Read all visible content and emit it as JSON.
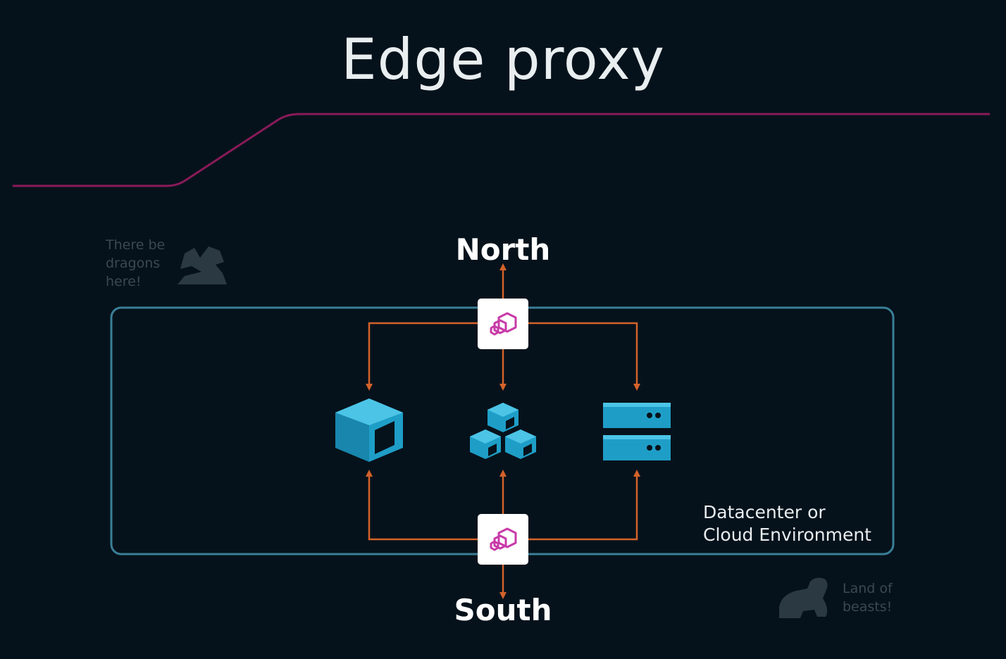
{
  "slide": {
    "title": "Edge proxy"
  },
  "diagram": {
    "north_label": "North",
    "south_label": "South",
    "environment_label_line1": "Datacenter or",
    "environment_label_line2": "Cloud Environment",
    "dragons_note_line1": "There be",
    "dragons_note_line2": "dragons",
    "dragons_note_line3": "here!",
    "beasts_note_line1": "Land of",
    "beasts_note_line2": "beasts!",
    "icons": {
      "top_proxy": "envoy-proxy-icon",
      "bottom_proxy": "envoy-proxy-icon",
      "left_service": "single-cube-icon",
      "center_service": "cube-cluster-icon",
      "right_service": "server-stack-icon",
      "dragon": "dragon-icon",
      "beast": "dinosaur-icon"
    },
    "colors": {
      "background": "#06121b",
      "title": "#e9eef0",
      "horizon_line": "#8a1a5a",
      "environment_border": "#3a7f97",
      "arrows": "#d4622a",
      "service_blue": "#1e9ec7",
      "proxy_magenta": "#c83aa8",
      "proxy_box": "#ffffff"
    }
  }
}
